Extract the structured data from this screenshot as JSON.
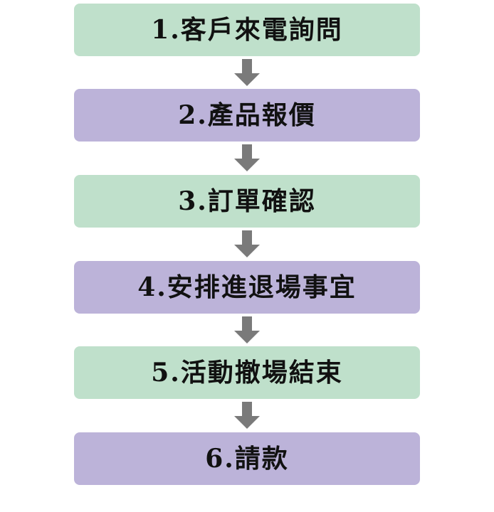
{
  "steps": [
    {
      "label": "1.客戶來電詢問",
      "color": "#bfe0cb"
    },
    {
      "label": "2.產品報價",
      "color": "#bcb3d9"
    },
    {
      "label": "3.訂單確認",
      "color": "#bfe0cb"
    },
    {
      "label": "4.安排進退場事宜",
      "color": "#bcb3d9"
    },
    {
      "label": "5.活動撤場結束",
      "color": "#bfe0cb"
    },
    {
      "label": "6.請款",
      "color": "#bcb3d9"
    }
  ],
  "arrow_color": "#7a7a7a"
}
